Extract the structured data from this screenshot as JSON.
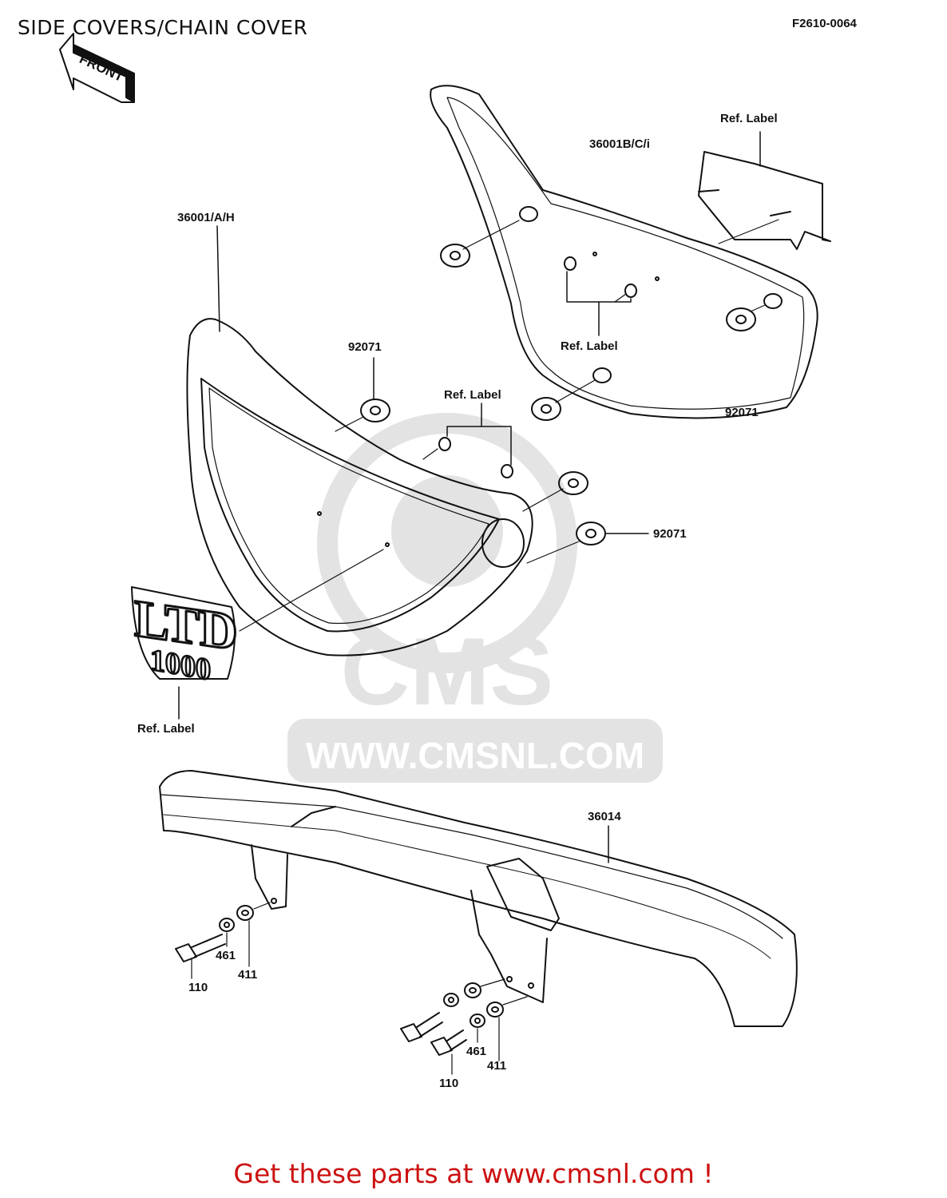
{
  "title": "SIDE COVERS/CHAIN COVER",
  "figure_code": "F2610-0064",
  "front_arrow": "FRONT",
  "watermark": {
    "brand": "CMS",
    "url": "WWW.CMSNL.COM"
  },
  "emblem": {
    "line1": "LTD",
    "line2": "1000"
  },
  "labels": {
    "part_36001bci": "36001B/C/i",
    "part_36001ah": "36001/A/H",
    "part_36014": "36014",
    "part_92071_a": "92071",
    "part_92071_b": "92071",
    "part_92071_c": "92071",
    "ref_label_a": "Ref.  Label",
    "ref_label_b": "Ref.  Label",
    "ref_label_c": "Ref. Label",
    "ref_label_d": "Ref.  Label",
    "part_110_a": "110",
    "part_461_a": "461",
    "part_411_a": "411",
    "part_110_b": "110",
    "part_461_b": "461",
    "part_411_b": "411"
  },
  "footer": "Get these parts at www.cmsnl.com !"
}
